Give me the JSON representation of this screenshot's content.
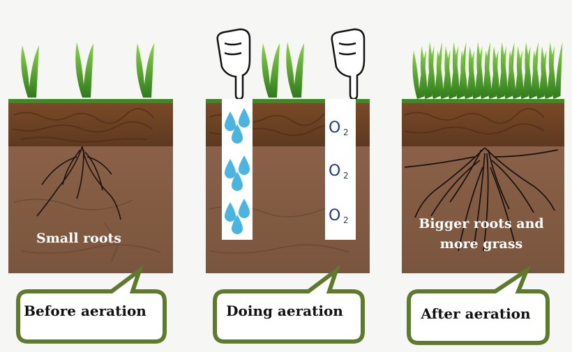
{
  "panels": [
    {
      "root_label": "Small roots",
      "caption": "Before aeration"
    },
    {
      "caption": "Doing aeration"
    },
    {
      "root_label_lines": [
        "Bigger roots and",
        "more grass"
      ],
      "caption": "After aeration"
    }
  ],
  "oxygen": {
    "symbol": "O",
    "subscript": "2"
  },
  "colors": {
    "topsoil": "#6e4426",
    "subsoil": "#835c44",
    "grass": "#5aa832",
    "grass_dark": "#2f7a1c",
    "bubble_fill": "#ffffff",
    "bubble_border": "#5e7a2c",
    "water": "#49b5e0",
    "oxygen": "#1b3a8a"
  },
  "icons": [
    "grass-icon",
    "pointing-hand-icon",
    "water-drop-icon",
    "oxygen-icon",
    "roots-icon",
    "speech-bubble-icon"
  ]
}
